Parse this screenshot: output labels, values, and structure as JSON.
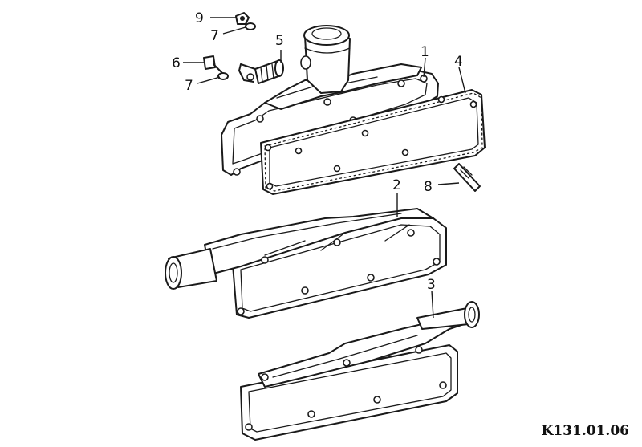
{
  "diagram": {
    "callouts": {
      "c1": "1",
      "c2": "2",
      "c3": "3",
      "c4": "4",
      "c5": "5",
      "c6": "6",
      "c7a": "7",
      "c7b": "7",
      "c8": "8",
      "c9": "9"
    },
    "reference_code": "K131.01.06"
  }
}
